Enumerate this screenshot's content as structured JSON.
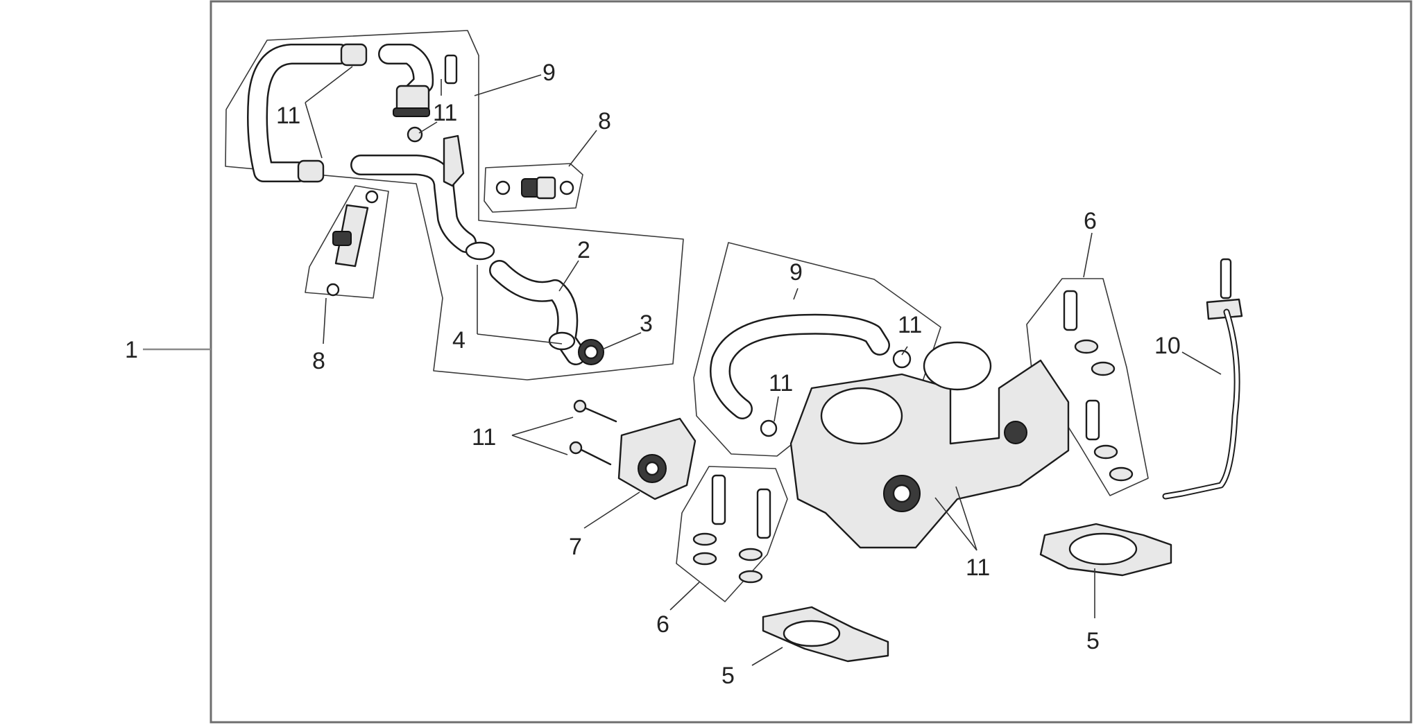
{
  "labels": {
    "assembly": "1",
    "hose": "2",
    "clamp": "3",
    "clip": "4",
    "gasket_right": "5",
    "gasket_bottom": "5",
    "screw_kit_center": "6",
    "screw_kit_right": "6",
    "tps_sensor": "7",
    "injector_bracket_top": "8",
    "injector_bracket_left": "8",
    "hose_kit_top": "9",
    "hose_kit_center": "9",
    "cable": "10",
    "clamp_top_left": "11",
    "clamp_top_mid": "11",
    "clamp_center_right": "11",
    "clamp_center_left": "11",
    "screws_tps": "11",
    "throttle_body": "11"
  },
  "colors": {
    "frame": "#6e6e6e",
    "line": "#1c1c1c",
    "text": "#222222"
  }
}
